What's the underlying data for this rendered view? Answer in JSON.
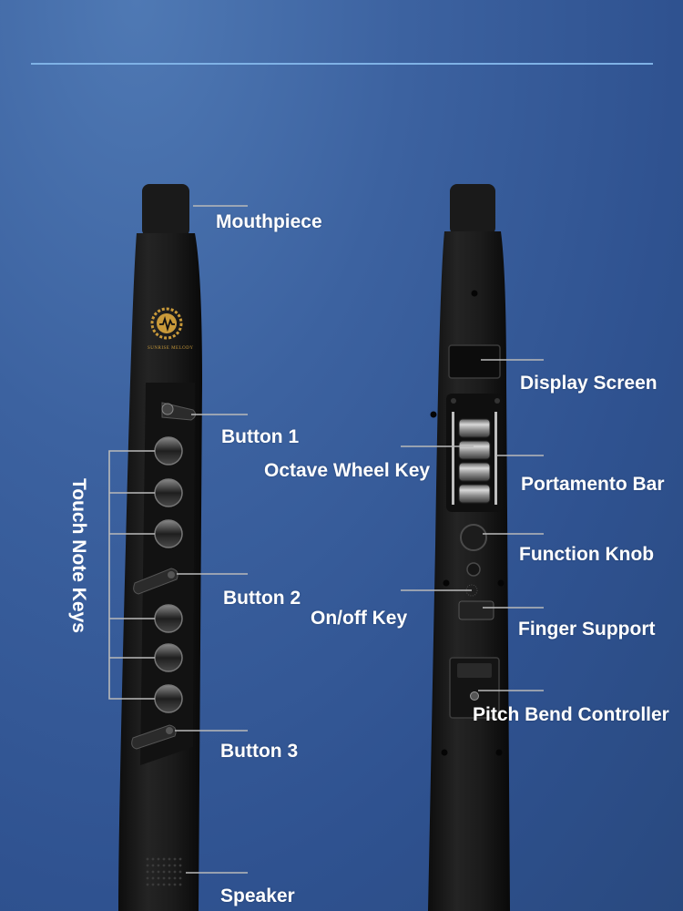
{
  "brand_text": "SUNRISE MELODY",
  "labels": {
    "mouthpiece": "Mouthpiece",
    "button_1": "Button 1",
    "touch_note_keys": "Touch Note Keys",
    "button_2": "Button 2",
    "button_3": "Button 3",
    "speaker": "Speaker",
    "display_screen": "Display Screen",
    "octave_wheel_key": "Octave Wheel Key",
    "portamento_bar": "Portamento Bar",
    "function_knob": "Function Knob",
    "on_off_key": "On/off Key",
    "finger_support": "Finger Support",
    "pitch_bend_controller": "Pitch Bend Controller"
  },
  "colors": {
    "background": "#3c62a0",
    "rule": "#7fb2e6",
    "instrument": "#151515",
    "label_text": "#ffffff",
    "logo_gold": "#c99a3a"
  }
}
